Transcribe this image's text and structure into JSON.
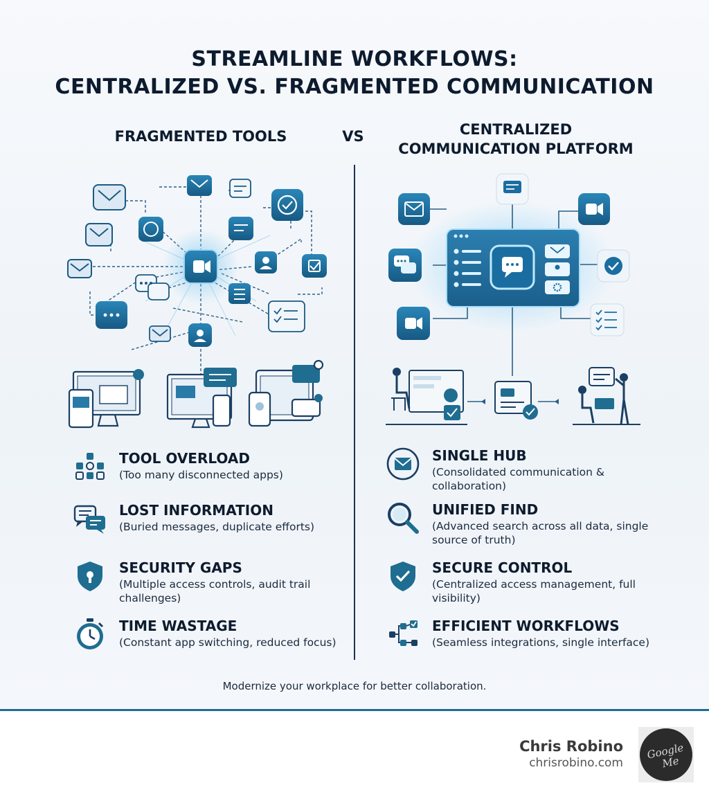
{
  "title": {
    "line1": "STREAMLINE WORKFLOWS:",
    "line2": "CENTRALIZED VS. FRAGMENTED COMMUNICATION"
  },
  "columns": {
    "left_heading": "FRAGMENTED TOOLS",
    "vs": "VS",
    "right_heading_line1": "CENTRALIZED",
    "right_heading_line2": "COMMUNICATION PLATFORM"
  },
  "left_features": [
    {
      "title": "TOOL OVERLOAD",
      "desc": "(Too many disconnected apps)",
      "icon": "app-grid-icon"
    },
    {
      "title": "LOST INFORMATION",
      "desc": "(Buried messages, duplicate efforts)",
      "icon": "chat-bubbles-icon"
    },
    {
      "title": "SECURITY GAPS",
      "desc": "(Multiple access controls, audit trail challenges)",
      "icon": "shield-lock-icon"
    },
    {
      "title": "TIME WASTAGE",
      "desc": "(Constant app switching, reduced focus)",
      "icon": "stopwatch-icon"
    }
  ],
  "right_features": [
    {
      "title": "SINGLE HUB",
      "desc": "(Consolidated communication & collaboration)",
      "icon": "mail-hub-icon"
    },
    {
      "title": "UNIFIED FIND",
      "desc": "(Advanced search across all data, single source of truth)",
      "icon": "search-icon"
    },
    {
      "title": "SECURE CONTROL",
      "desc": "(Centralized access management, full visibility)",
      "icon": "shield-check-icon"
    },
    {
      "title": "EFFICIENT WORKFLOWS",
      "desc": "(Seamless integrations, single interface)",
      "icon": "workflow-icon"
    }
  ],
  "footer": "Modernize your workplace for better collaboration.",
  "author": {
    "name": "Chris Robino",
    "site": "chrisrobino.com",
    "badge_text": "Google Me"
  },
  "colors": {
    "primary": "#1f6d91",
    "dark": "#0d1b2e",
    "accent": "#3aa0d8"
  }
}
